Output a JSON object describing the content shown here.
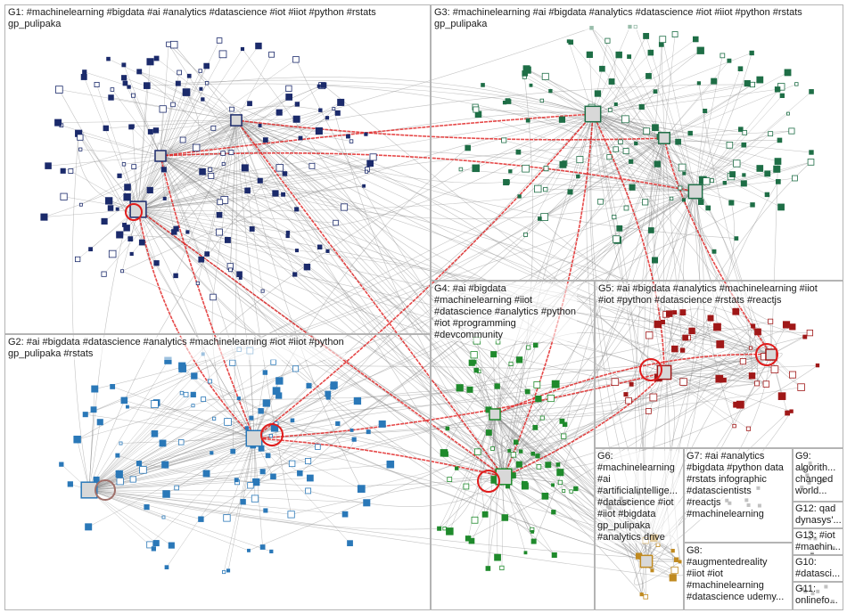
{
  "title": "",
  "groups": [
    {
      "id": "G1",
      "text": "G1: #machinelearning #bigdata #ai #analytics #datascience #iot #iiot #python #rstats\ngp_pulipaka",
      "color": "#1b2a6b"
    },
    {
      "id": "G2",
      "text": "G2: #ai #bigdata #datascience #analytics #machinelearning #iot #iiot #python\ngp_pulipaka #rstats",
      "color": "#2a78b8"
    },
    {
      "id": "G3",
      "text": "G3: #machinelearning #ai #bigdata #analytics #datascience #iot #iiot #python #rstats\ngp_pulipaka",
      "color": "#1e6e46"
    },
    {
      "id": "G4",
      "text": "G4: #ai #bigdata\n#machinelearning #iiot\n#datascience #analytics #python\n#iot #programming\n#devcommunity",
      "color": "#1f8a2c"
    },
    {
      "id": "G5",
      "text": "G5: #ai #bigdata #analytics #machinelearning #iiot\n#iot #python #datascience #rstats #reactjs",
      "color": "#a01818"
    },
    {
      "id": "G6",
      "text": "G6:\n#machinelearning\n#ai\n#artificialintellige...\n#datascience #iot\n#iiot #bigdata\ngp_pulipaka\n#analytics drive",
      "color": "#777777"
    },
    {
      "id": "G7",
      "text": "G7: #ai #analytics\n#bigdata #python data\n#rstats infographic\n#datascientists\n#reactjs\n#machinelearning",
      "color": "#777777"
    },
    {
      "id": "G8",
      "text": "G8:\n#augmentedreality\n#iiot #iot\n#machinelearning\n#datascience udemy...",
      "color": "#c08a20"
    },
    {
      "id": "G9",
      "text": "G9:\nalgorith...\nchanged\nworld...",
      "color": "#777777"
    },
    {
      "id": "G12",
      "text": "G12: qad\ndynasys'...",
      "color": "#777777"
    },
    {
      "id": "G13",
      "text": "G13: #iot\n#machin...",
      "color": "#777777"
    },
    {
      "id": "G10",
      "text": "G10:\n#datasci...",
      "color": "#777777"
    },
    {
      "id": "G11",
      "text": "G11:\nonlinefo...",
      "color": "#777777"
    }
  ],
  "colors": {
    "edge": "#8a8a8a",
    "edge_strong": "#e01b1b",
    "panel_border": "#b4b4b4",
    "label_text": "#1a1a1a"
  }
}
